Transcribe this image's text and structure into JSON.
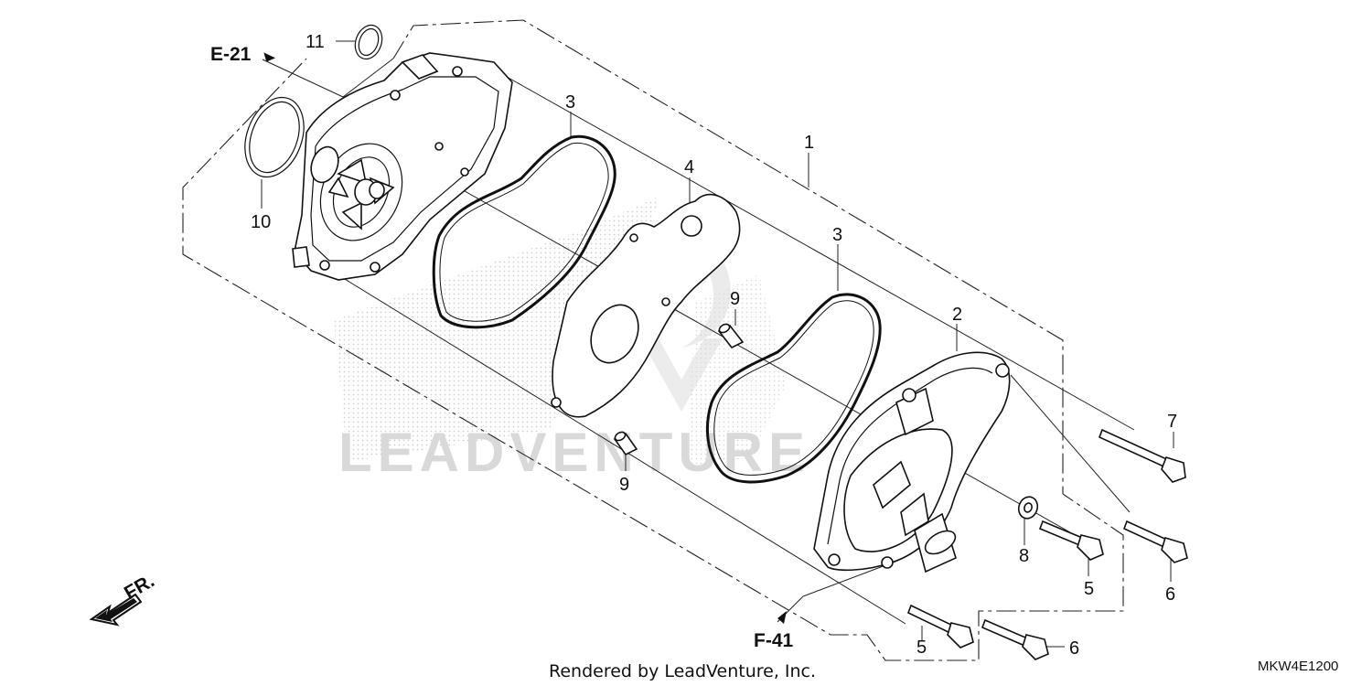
{
  "watermark": {
    "text": "LEADVENTURE",
    "logo_icon": "leadventure-flame-logo"
  },
  "references": {
    "top_left": "E-21",
    "bottom": "F-41"
  },
  "direction": {
    "label": "FR.",
    "icon": "front-direction-arrow"
  },
  "callouts": {
    "c1": "1",
    "c2": "2",
    "c3a": "3",
    "c3b": "3",
    "c4": "4",
    "c5a": "5",
    "c5b": "5",
    "c6a": "6",
    "c6b": "6",
    "c7": "7",
    "c8": "8",
    "c9a": "9",
    "c9b": "9",
    "c10": "10",
    "c11": "11"
  },
  "footer": {
    "rendered_by": "Rendered by LeadVenture, Inc.",
    "diagram_code": "MKW4E1200"
  },
  "colors": {
    "line": "#111111",
    "watermark": "#d9d9d9",
    "background": "#ffffff"
  }
}
